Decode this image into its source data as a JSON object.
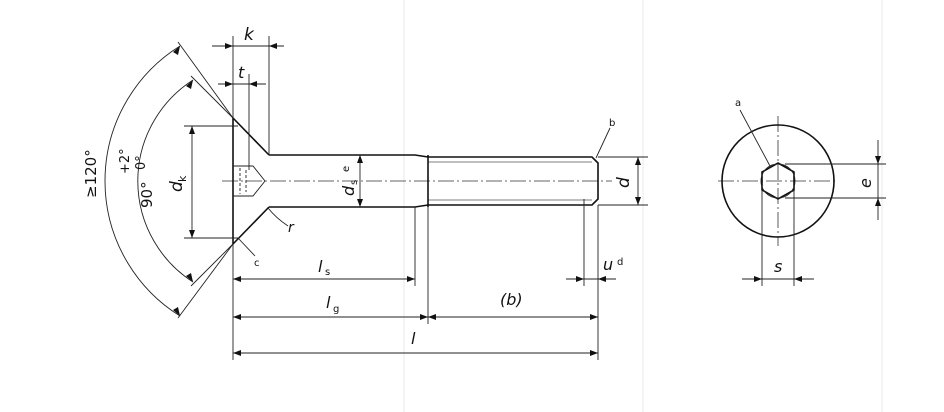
{
  "side_view": {
    "labels": {
      "k": "k",
      "t": "t",
      "dk": "d",
      "dk_sub": "k",
      "ds": "d",
      "ds_sub": "s",
      "ds_note": "e",
      "d": "d",
      "r": "r",
      "b_note": "b",
      "c_note": "c",
      "u": "u",
      "u_note": "d",
      "ls": "l",
      "ls_sub": "s",
      "lg": "l",
      "lg_sub": "g",
      "b": "(b)",
      "l": "l"
    },
    "angles": {
      "outer": "≥120°",
      "inner_main": "90°",
      "inner_upper": "+2°",
      "inner_lower": "0°"
    }
  },
  "end_view": {
    "labels": {
      "a_note": "a",
      "e": "e",
      "s": "s"
    }
  }
}
